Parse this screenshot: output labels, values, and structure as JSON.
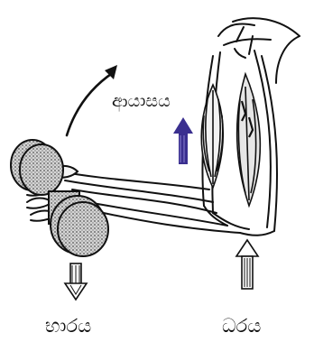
{
  "labels": {
    "effort": "ආයාසය",
    "load": "භාරය",
    "fulcrum": "ධරය"
  },
  "colors": {
    "effort_arrow": "#3a2f8f",
    "ink": "#111111"
  },
  "icons": {
    "effort": "up-arrow-icon",
    "load": "down-arrow-icon",
    "fulcrum": "up-arrow-icon",
    "rotation": "curved-arrow-icon"
  }
}
